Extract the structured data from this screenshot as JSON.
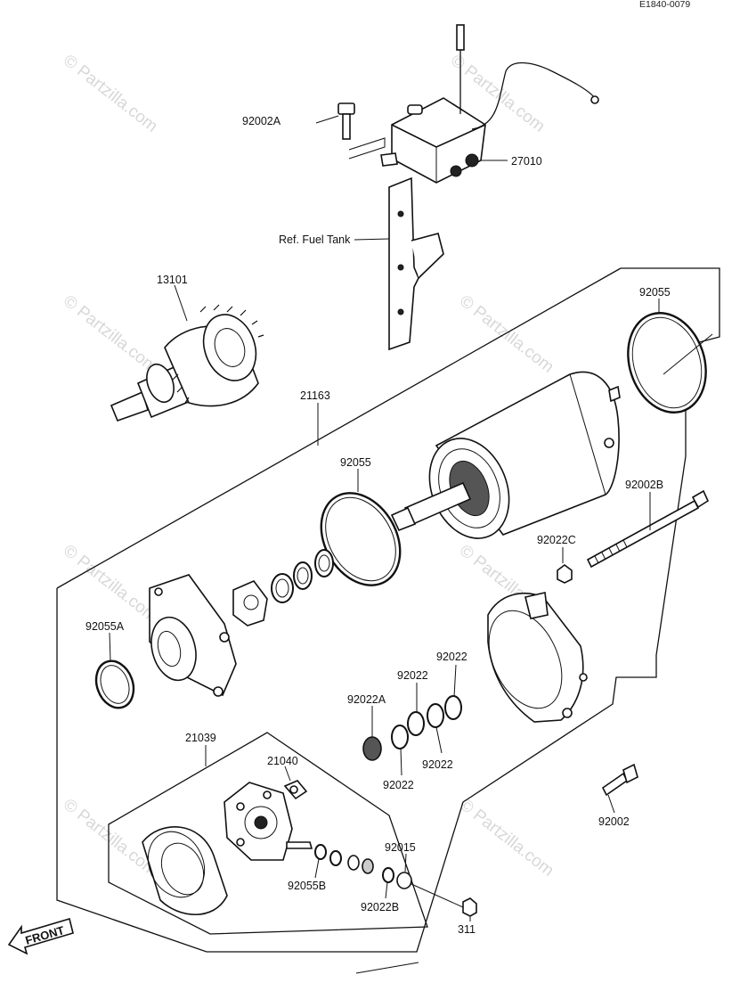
{
  "diagram_code": "E1840-0079",
  "watermark": {
    "text": "© Partzilla.com"
  },
  "direction_marker": {
    "text": "FRONT"
  },
  "reference_note": "Ref. Fuel Tank",
  "parts": [
    {
      "number": "92002A"
    },
    {
      "number": "27010"
    },
    {
      "number": "13101"
    },
    {
      "number": "92055"
    },
    {
      "number": "21163"
    },
    {
      "number": "92055"
    },
    {
      "number": "92002B"
    },
    {
      "number": "92022C"
    },
    {
      "number": "92055A"
    },
    {
      "number": "92022"
    },
    {
      "number": "92022"
    },
    {
      "number": "92022A"
    },
    {
      "number": "92022"
    },
    {
      "number": "92022"
    },
    {
      "number": "21039"
    },
    {
      "number": "21040"
    },
    {
      "number": "92002"
    },
    {
      "number": "92015"
    },
    {
      "number": "92055B"
    },
    {
      "number": "92022B"
    },
    {
      "number": "311"
    }
  ]
}
